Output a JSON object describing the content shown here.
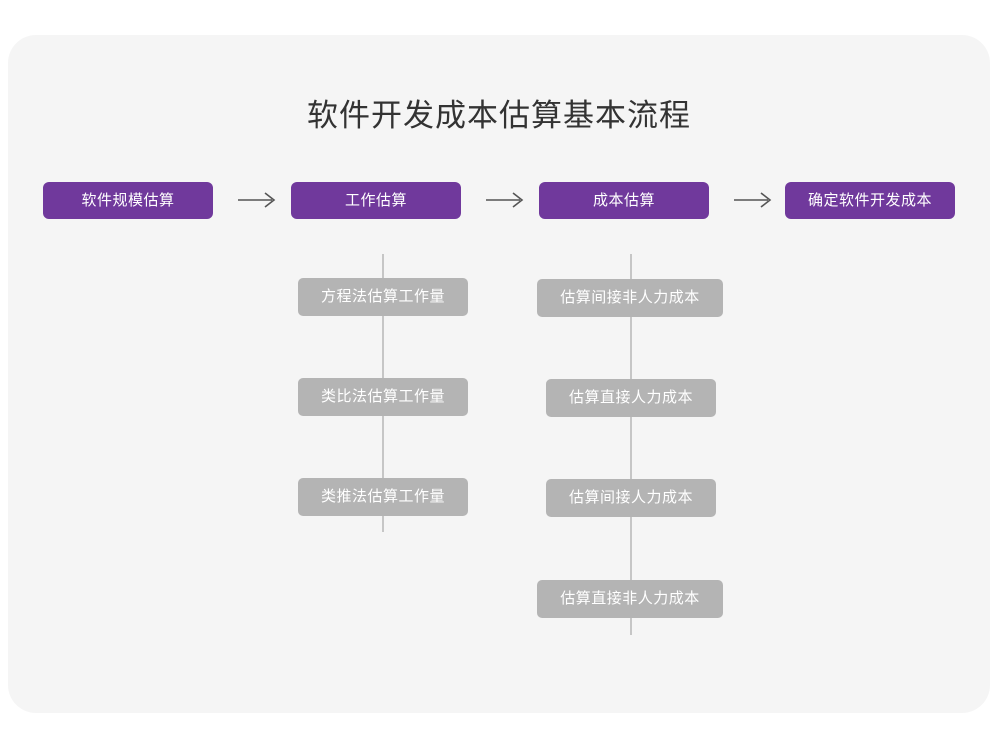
{
  "title": "软件开发成本估算基本流程",
  "colors": {
    "page_background": "#ffffff",
    "canvas_background": "#f5f5f5",
    "primary_node": "#70399c",
    "sub_node": "#b4b4b4",
    "connector": "#c6c6c6",
    "title_text": "#333333",
    "node_text": "#ffffff",
    "arrow": "#555555"
  },
  "flow": {
    "steps": [
      {
        "label": "软件规模估算",
        "substeps": []
      },
      {
        "label": "工作估算",
        "substeps": [
          "方程法估算工作量",
          "类比法估算工作量",
          "类推法估算工作量"
        ]
      },
      {
        "label": "成本估算",
        "substeps": [
          "估算间接非人力成本",
          "估算直接人力成本",
          "估算间接人力成本",
          "估算直接非人力成本"
        ]
      },
      {
        "label": "确定软件开发成本",
        "substeps": []
      }
    ],
    "arrows": [
      {
        "name": "arrow-1",
        "glyph": "⟶"
      },
      {
        "name": "arrow-2",
        "glyph": "⟶"
      },
      {
        "name": "arrow-3",
        "glyph": "⟶"
      }
    ]
  }
}
